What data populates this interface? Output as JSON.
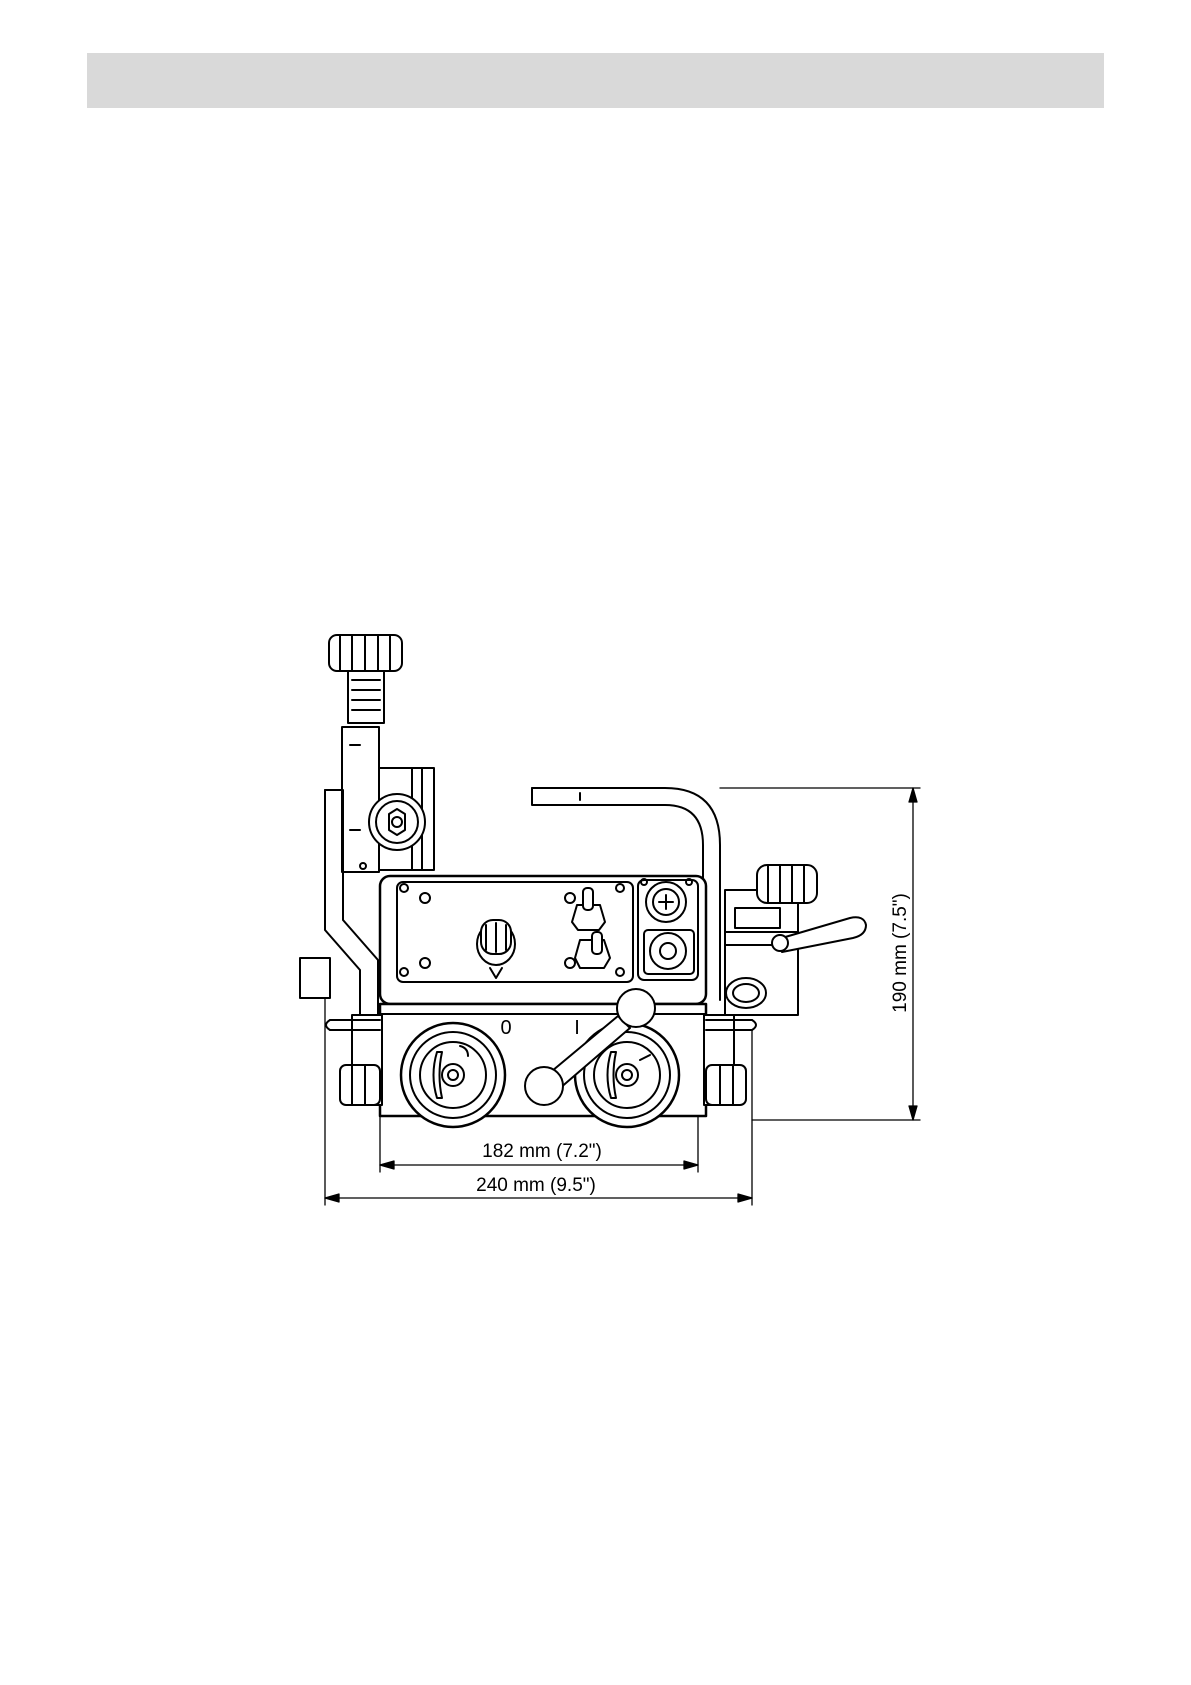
{
  "header": {
    "bar_color": "#d9d9d9"
  },
  "drawing": {
    "subject": "carriage-front-view",
    "dimensions": {
      "inner_width": "182 mm (7.2\")",
      "overall_width": "240 mm (9.5\")",
      "height": "190 mm (7.5\")"
    },
    "switch_labels": {
      "off": "0",
      "on": "I"
    }
  }
}
